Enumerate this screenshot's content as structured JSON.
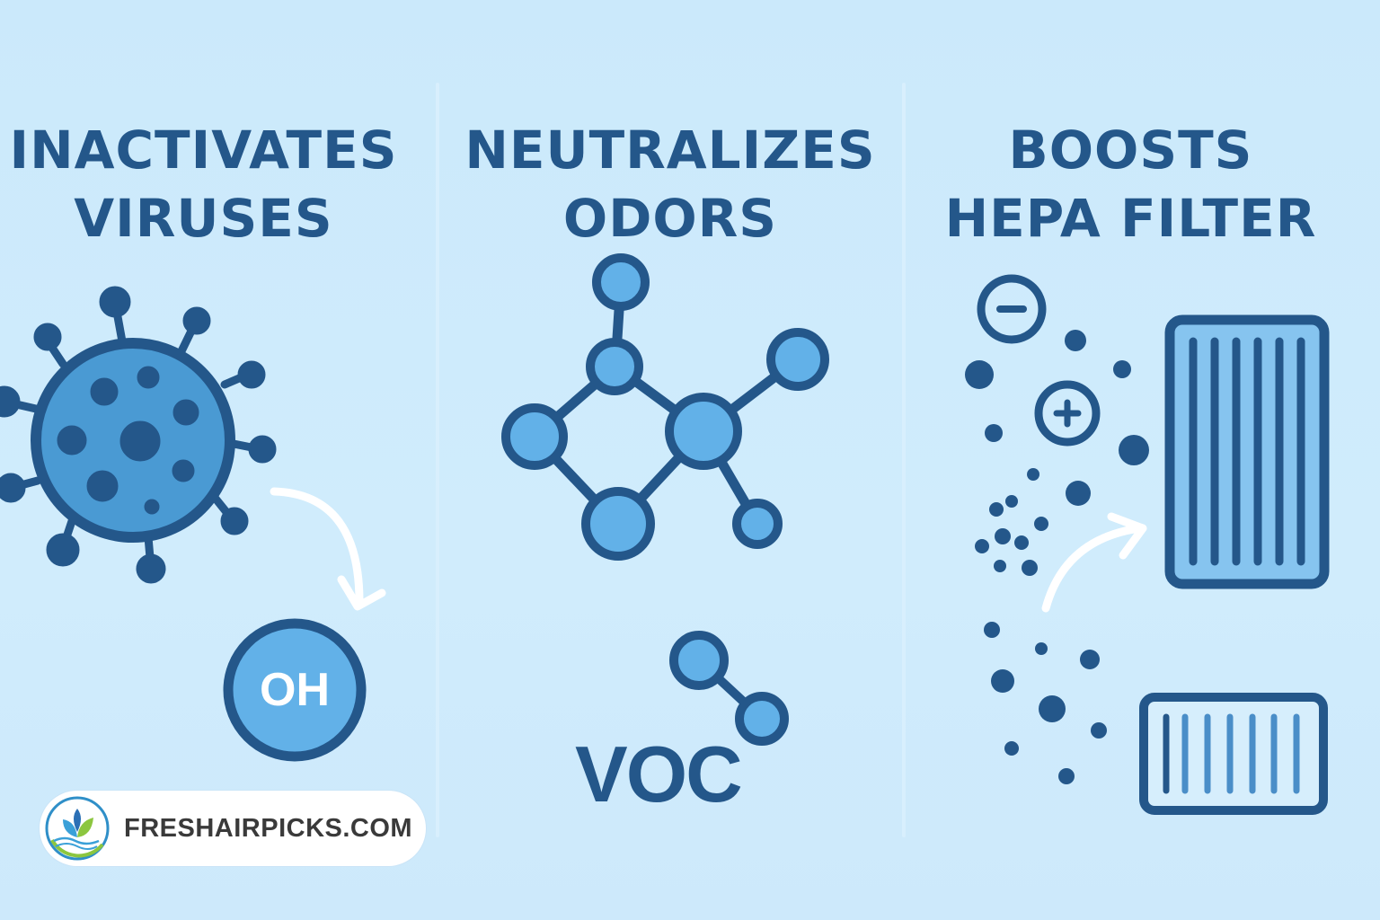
{
  "panels": [
    {
      "id": "viruses",
      "title_line1": "INACTIVATES",
      "title_line2": "VIRUSES",
      "illustration": "virus-icon",
      "badge_label": "OH"
    },
    {
      "id": "odors",
      "title_line1": "NEUTRALIZES",
      "title_line2": "ODORS",
      "illustration": "molecule-icon",
      "badge_label": "VOC"
    },
    {
      "id": "hepa",
      "title_line1": "BOOSTS",
      "title_line2": "HEPA FILTER",
      "illustration": "hepa-filter-icon",
      "ion_labels": [
        "−",
        "+"
      ]
    }
  ],
  "brand": {
    "name": "FRESHAIRPICKS.COM",
    "logo": "lotus-leaf-logo"
  },
  "colors": {
    "background": "#cbe9fb",
    "dark_blue": "#24578a",
    "mid_blue": "#4a9ad3",
    "light_blue": "#62b1e8",
    "filter_fill": "#86c4ef",
    "white": "#ffffff",
    "brand_text": "#3a3a3a",
    "leaf_green": "#8cc63f"
  }
}
